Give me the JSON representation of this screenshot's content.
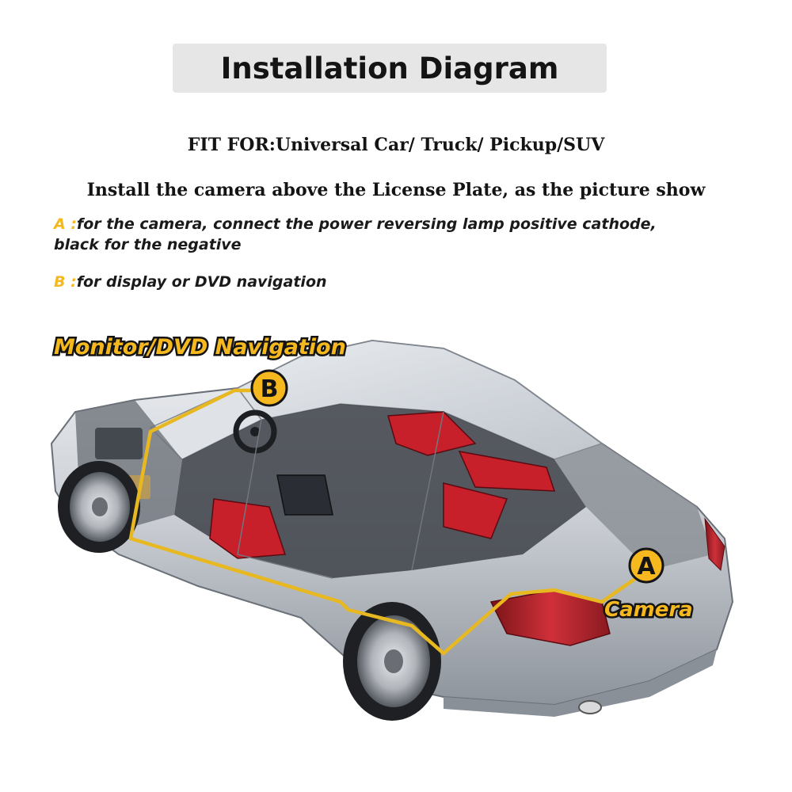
{
  "title": "Installation Diagram",
  "fit_for": "FIT FOR:Universal Car/ Truck/ Pickup/SUV",
  "install_note": "Install the camera above the License Plate, as the picture show",
  "notes": [
    {
      "key": "A :",
      "text": "for the camera, connect the power reversing lamp positive cathode,",
      "text2": "black for the negative"
    },
    {
      "key": "B :",
      "text": "for display or DVD navigation"
    }
  ],
  "labels": {
    "monitor": "Monitor/DVD Navigation",
    "camera": "Camera",
    "marker_a": "A",
    "marker_b": "B"
  },
  "colors": {
    "accent": "#f5b81f",
    "wire": "#e8b820",
    "car_body": "#c8ccd2",
    "seat_red": "#c8202a"
  }
}
